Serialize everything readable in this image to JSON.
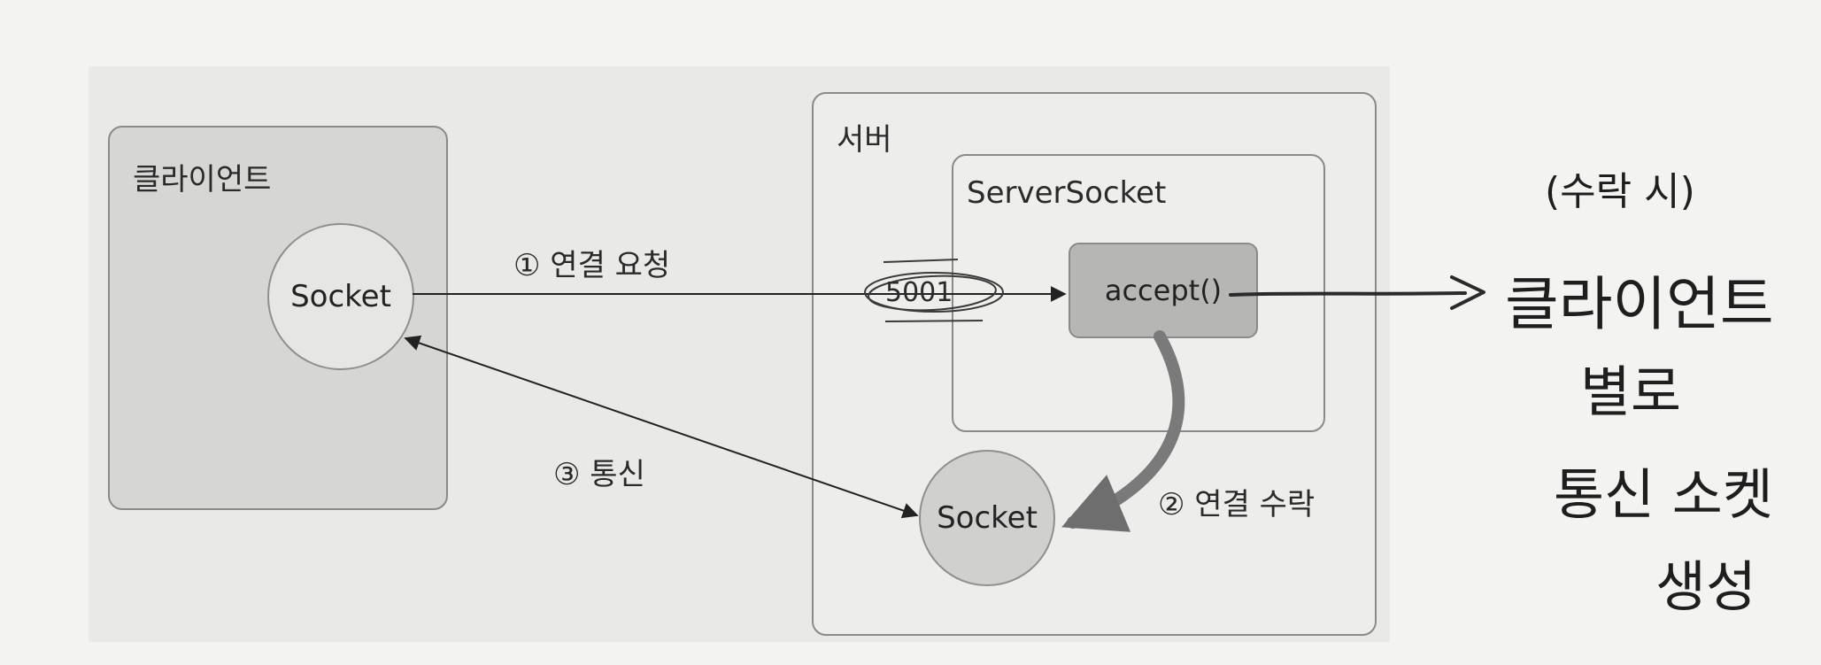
{
  "client": {
    "title": "클라이언트",
    "socket": "Socket"
  },
  "server": {
    "title": "서버",
    "server_socket": "ServerSocket",
    "accept": "accept()",
    "socket": "Socket",
    "port": "5001"
  },
  "steps": {
    "request": "① 연결 요청",
    "accept": "② 연결 수락",
    "communicate": "③ 통신"
  },
  "handwritten_note": {
    "line1": "(수락 시)",
    "line2": "클라이언트",
    "line3": "별로",
    "line4": "통신 소켓",
    "line5": "생성"
  }
}
